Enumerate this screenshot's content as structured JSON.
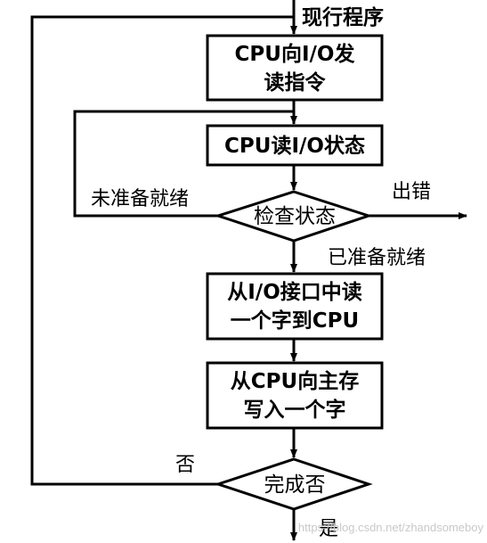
{
  "nodes": {
    "start": "现行程序",
    "send_cmd_line1": "CPU向I/O发",
    "send_cmd_line2": "读指令",
    "read_status": "CPU读I/O状态",
    "check_status": "检查状态",
    "read_word_line1": "从I/O接口中读",
    "read_word_line2": "一个字到CPU",
    "write_mem_line1": "从CPU向主存",
    "write_mem_line2": "写入一个字",
    "done_check": "完成否"
  },
  "edges": {
    "not_ready": "未准备就绪",
    "error": "出错",
    "ready": "已准备就绪",
    "no": "否",
    "yes": "是"
  },
  "watermark": "https://blog.csdn.net/zhandsomeboy"
}
